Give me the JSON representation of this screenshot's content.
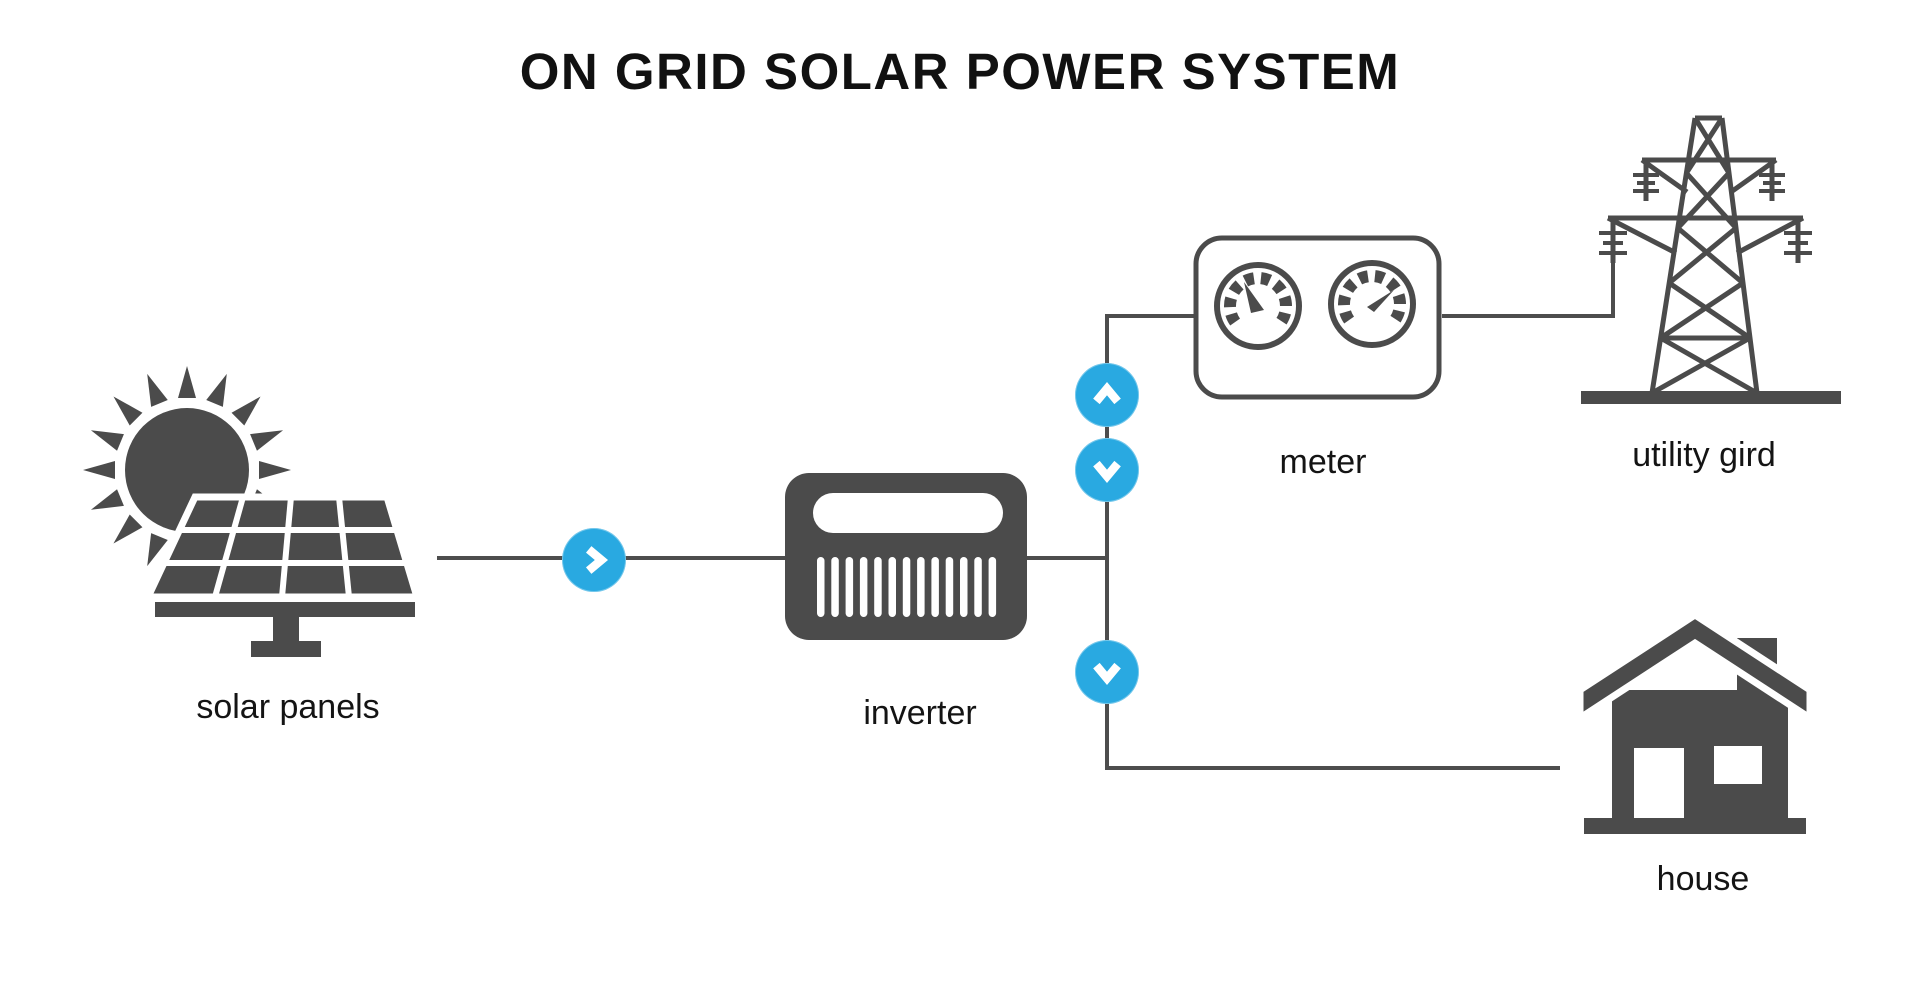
{
  "title": "ON GRID SOLAR POWER SYSTEM",
  "nodes": {
    "solar_panels": {
      "label": "solar panels"
    },
    "inverter": {
      "label": "inverter"
    },
    "meter": {
      "label": "meter"
    },
    "utility_grid": {
      "label": "utility gird"
    },
    "house": {
      "label": "house"
    }
  },
  "flow_indicators": [
    {
      "id": "solar-to-inverter",
      "direction": "right"
    },
    {
      "id": "inverter-to-meter",
      "direction": "up"
    },
    {
      "id": "meter-to-loads",
      "direction": "down"
    },
    {
      "id": "grid-to-house",
      "direction": "down"
    }
  ],
  "colors": {
    "accent_blue": "#29a9e1",
    "icon_gray": "#4b4b4b",
    "line_gray": "#4d4d4d",
    "background": "#ffffff",
    "text_color": "#111111"
  }
}
